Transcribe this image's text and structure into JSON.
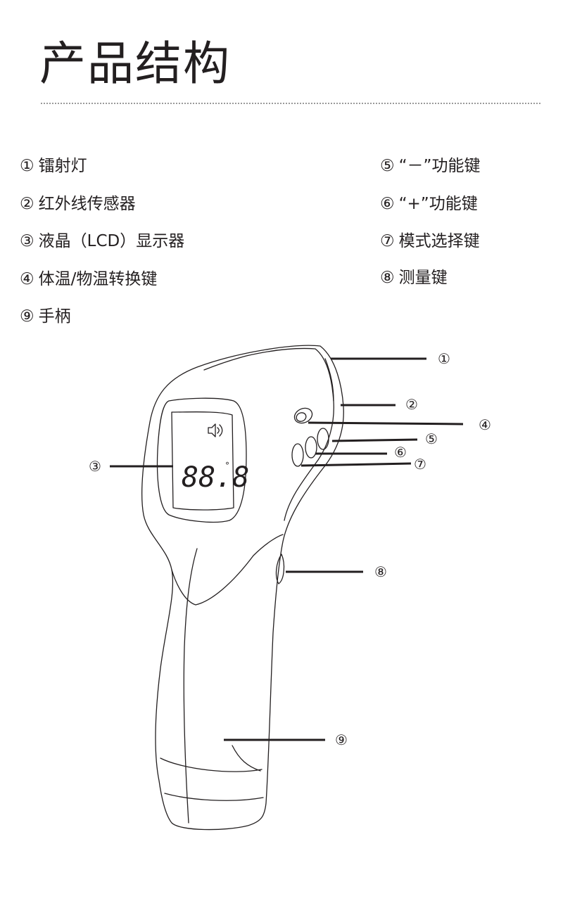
{
  "page": {
    "title": "产品结构"
  },
  "legend": {
    "left": [
      {
        "num": "①",
        "label": "镭射灯"
      },
      {
        "num": "②",
        "label": "红外线传感器"
      },
      {
        "num": "③",
        "label": "液晶（LCD）显示器"
      },
      {
        "num": "④",
        "label": "体温/物温转换键"
      },
      {
        "num": "⑨",
        "label": "手柄"
      }
    ],
    "right": [
      {
        "num": "⑤",
        "label": "“－”功能键"
      },
      {
        "num": "⑥",
        "label": "“+”功能键"
      },
      {
        "num": "⑦",
        "label": "模式选择键"
      },
      {
        "num": "⑧",
        "label": "测量键"
      }
    ]
  },
  "diagram": {
    "display_reading": "88.8",
    "callouts": {
      "c1": "①",
      "c2": "②",
      "c3": "③",
      "c4": "④",
      "c5": "⑤",
      "c6": "⑥",
      "c7": "⑦",
      "c8": "⑧",
      "c9": "⑨"
    }
  }
}
